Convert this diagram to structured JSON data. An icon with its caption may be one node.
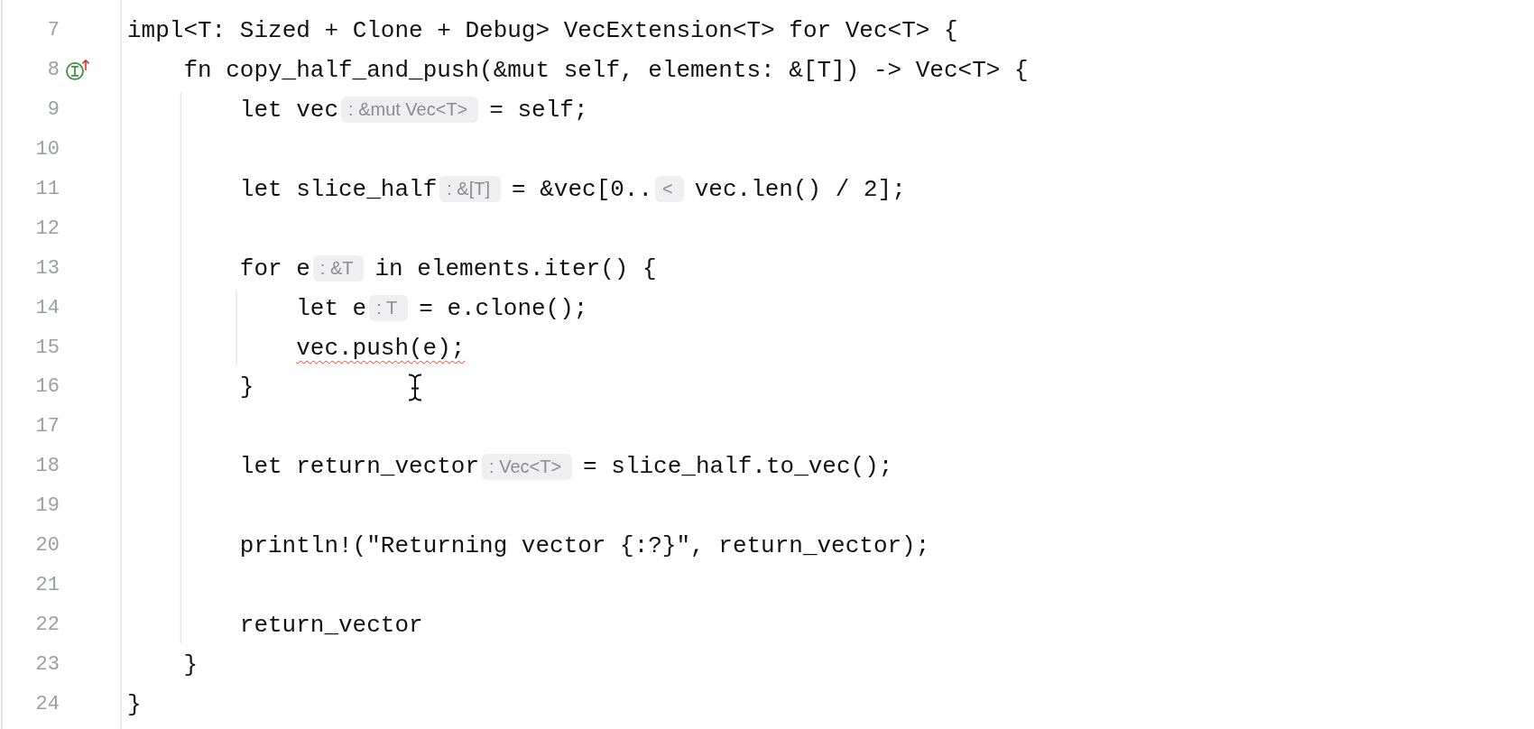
{
  "diagram": {
    "labels": [
      "7",
      "impl<T: Sized + Clone + Debug> VecExtension<T> for Vec<T> {",
      "8",
      "fn copy_half_and_push(&mut self, elements: &[T]) -> Vec<T> {",
      "9",
      "let vec",
      ": &mut Vec<T>",
      "= self;",
      "10",
      "11",
      "let slice_half",
      ": &[T]",
      "= &vec[0..",
      "<",
      "vec.len() / 2];",
      "12",
      "13",
      "for e",
      ": &T",
      "in elements.iter() {",
      "14",
      "let e",
      ": T",
      "= e.clone();",
      "15",
      "vec.push(e);",
      "16",
      "}",
      "17",
      "18",
      "let return_vector",
      ": Vec<T>",
      "= slice_half.to_vec();",
      "19",
      "20",
      "println!(\"Returning vector {:?}\", return_vector);",
      "21",
      "22",
      "return_vector",
      "23",
      "}",
      "24",
      "}"
    ]
  }
}
